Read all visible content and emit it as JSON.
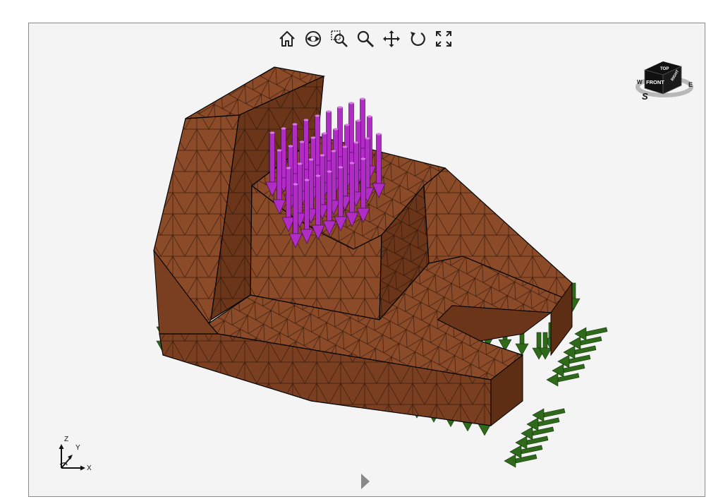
{
  "toolbar": {
    "buttons": [
      {
        "name": "home-button",
        "icon": "home-icon"
      },
      {
        "name": "look-at-button",
        "icon": "eye-icon"
      },
      {
        "name": "zoom-window-button",
        "icon": "zoom-window-icon"
      },
      {
        "name": "zoom-button",
        "icon": "magnifier-icon"
      },
      {
        "name": "pan-button",
        "icon": "pan-arrows-icon"
      },
      {
        "name": "rotate-button",
        "icon": "rotate-icon"
      },
      {
        "name": "fullscreen-button",
        "icon": "fullscreen-icon"
      }
    ]
  },
  "viewcube": {
    "top_label": "TOP",
    "front_label": "FRONT",
    "right_label": "RIGHT",
    "compass_w": "W",
    "compass_e": "E",
    "compass_s": "S"
  },
  "triad": {
    "z_label": "Z",
    "y_label": "Y",
    "x_label": "X"
  },
  "colors": {
    "mesh_fill": "#8b4a28",
    "mesh_dark": "#5a2c16",
    "mesh_line": "#1e0e06",
    "load_arrow": "#b02cc4",
    "fixture_arrow": "#2f6a1a",
    "viewport_bg": "#f4f4f4"
  }
}
